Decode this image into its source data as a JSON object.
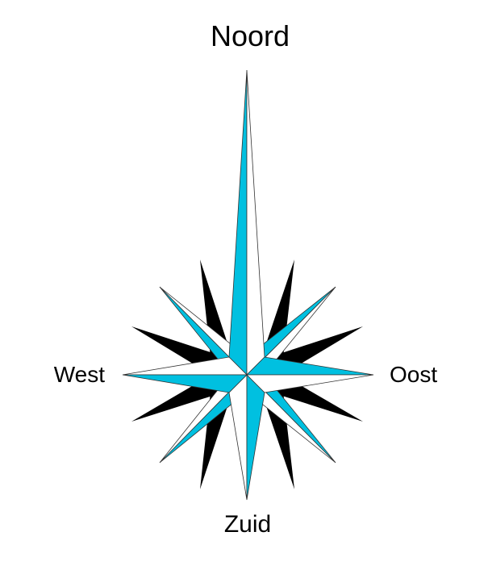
{
  "compass": {
    "north_label": "Noord",
    "south_label": "Zuid",
    "east_label": "Oost",
    "west_label": "West"
  },
  "colors": {
    "accent": "#00c0e0",
    "dark": "#000000",
    "light": "#ffffff",
    "outline": "#000000"
  }
}
